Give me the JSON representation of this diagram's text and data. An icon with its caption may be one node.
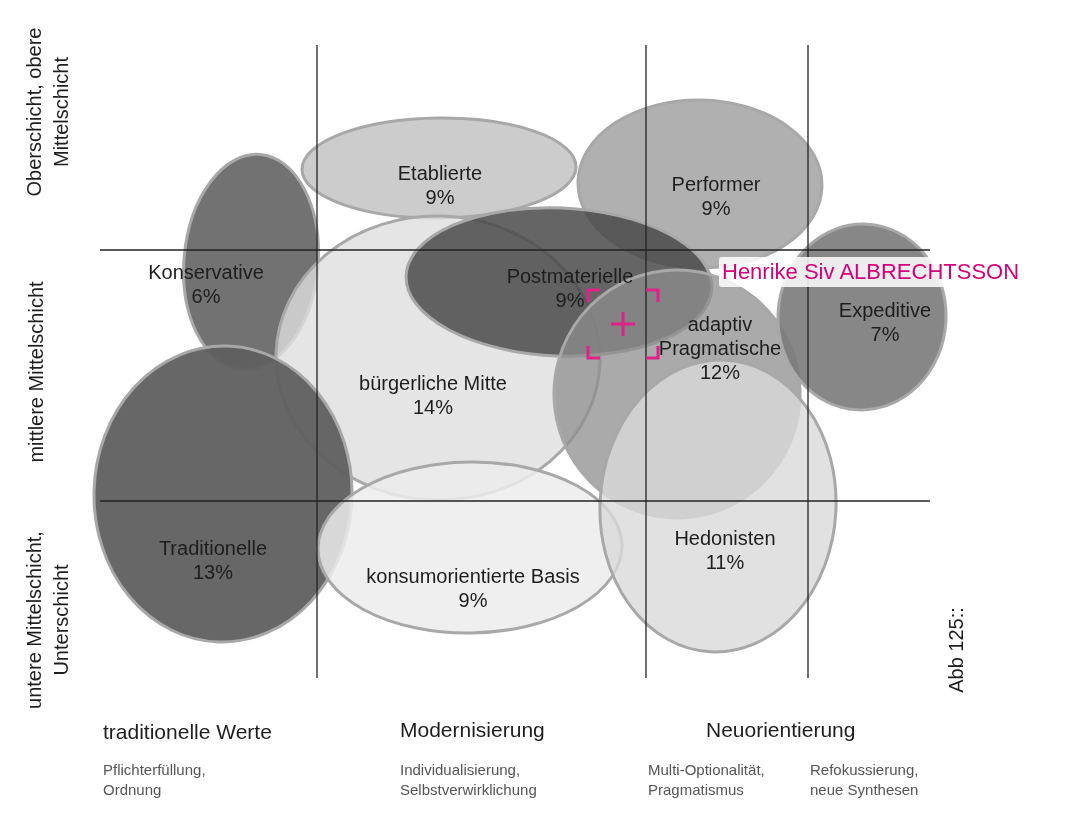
{
  "diagram": {
    "nodes": [
      {
        "text": [
          "Etablierte",
          "9%"
        ]
      },
      {
        "text": [
          "Performer",
          "9%"
        ]
      },
      {
        "text": [
          "Konservative",
          "6%"
        ]
      },
      {
        "text": [
          "bürgerliche Mitte",
          "14%"
        ]
      },
      {
        "text": [
          "Postmaterielle",
          "9%"
        ]
      },
      {
        "text": [
          "adaptiv Pragmatische",
          "12%"
        ]
      },
      {
        "text": [
          "Expeditive",
          "7%"
        ]
      },
      {
        "text": [
          "Traditionelle",
          "13%"
        ]
      },
      {
        "text": [
          "konsumorientierte Basis",
          "9%"
        ]
      },
      {
        "text": [
          "Hedonisten",
          "11%"
        ]
      }
    ],
    "labels": [
      "Oberschicht, obere Mittelschicht",
      "mittlere Mittelschicht",
      "untere Mittelschicht, Unterschicht",
      "traditionelle Werte",
      "Pflichterfüllung, Ordnung",
      "Modernisierung",
      "Individualisierung, Selbstverwirklichung",
      "Neuorientierung",
      "Multi-Optionalität, Pragmatismus",
      "Refokussierung, neue Synthesen",
      "Henrike Siv ALBRECHTSSON",
      "Abb 125::"
    ]
  }
}
